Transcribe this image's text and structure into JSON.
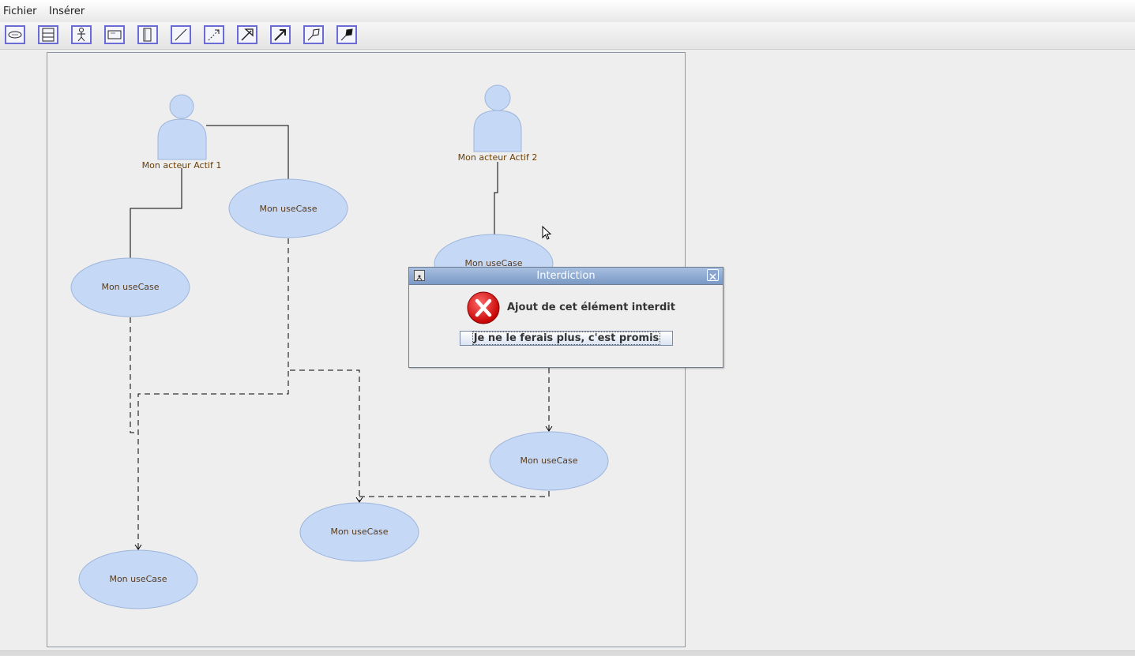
{
  "menu": {
    "file": "Fichier",
    "insert": "Insérer"
  },
  "toolbar": {
    "tools": [
      {
        "icon": "usecase-ellipse-icon"
      },
      {
        "icon": "class-box-icon"
      },
      {
        "icon": "actor-icon"
      },
      {
        "icon": "package-icon"
      },
      {
        "icon": "system-boundary-icon"
      },
      {
        "icon": "association-line-icon"
      },
      {
        "icon": "dependency-arrow-icon"
      },
      {
        "icon": "inheritance-arrow-icon"
      },
      {
        "icon": "navigable-association-icon"
      },
      {
        "icon": "aggregation-icon"
      },
      {
        "icon": "composition-icon"
      }
    ]
  },
  "diagram": {
    "actors": [
      {
        "label": "Mon acteur Actif 1"
      },
      {
        "label": "Mon acteur Actif 2"
      }
    ],
    "usecases": [
      {
        "label": "Mon useCase"
      },
      {
        "label": "Mon useCase"
      },
      {
        "label": "Mon useCase"
      },
      {
        "label": "Mon useCase"
      },
      {
        "label": "Mon useCase"
      },
      {
        "label": "Mon useCase"
      }
    ],
    "colors": {
      "fill": "#c5d9f7",
      "stroke": "#9db5dc",
      "actor_label": "#6b3e00",
      "usecase_label": "#5a3a1a"
    }
  },
  "dialog": {
    "title": "Interdiction",
    "message": "Ajout de cet élément interdit",
    "button": "Je ne le ferais plus, c'est promis",
    "icon": "error-icon"
  }
}
